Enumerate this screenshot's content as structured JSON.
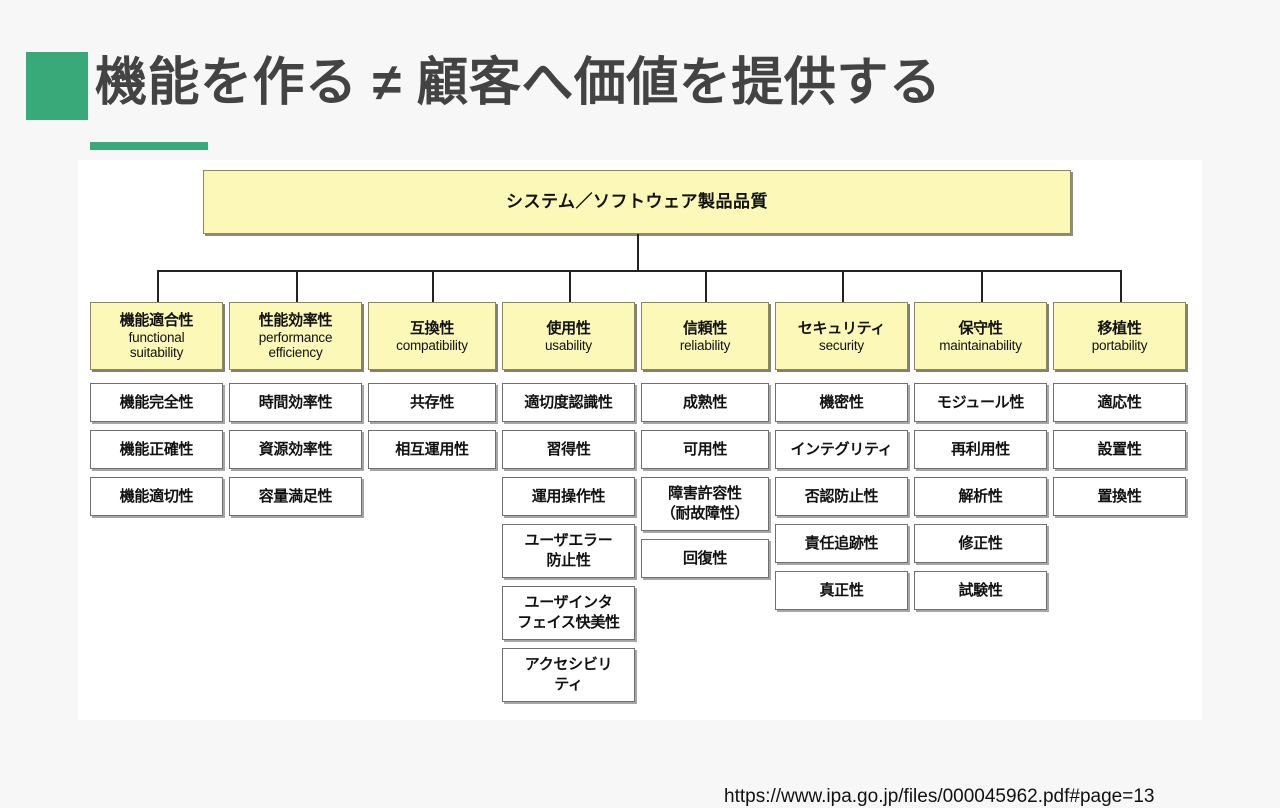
{
  "slide": {
    "title": "機能を作る ≠ 顧客へ価値を提供する",
    "accent_color": "#3aa97a",
    "background_color": "#f7f7f7"
  },
  "diagram": {
    "panel_background": "#ffffff",
    "node_fill_highlight": "#fbf8b8",
    "node_fill_plain": "#ffffff",
    "root": {
      "jp": "システム／ソフトウェア製品品質"
    },
    "categories": [
      {
        "jp": "機能適合性",
        "en_line1": "functional",
        "en_line2": "suitability",
        "items": [
          {
            "line1": "機能完全性",
            "line2": ""
          },
          {
            "line1": "機能正確性",
            "line2": ""
          },
          {
            "line1": "機能適切性",
            "line2": ""
          }
        ]
      },
      {
        "jp": "性能効率性",
        "en_line1": "performance",
        "en_line2": "efficiency",
        "items": [
          {
            "line1": "時間効率性",
            "line2": ""
          },
          {
            "line1": "資源効率性",
            "line2": ""
          },
          {
            "line1": "容量満足性",
            "line2": ""
          }
        ]
      },
      {
        "jp": "互換性",
        "en_line1": "compatibility",
        "en_line2": "",
        "items": [
          {
            "line1": "共存性",
            "line2": ""
          },
          {
            "line1": "相互運用性",
            "line2": ""
          }
        ]
      },
      {
        "jp": "使用性",
        "en_line1": "usability",
        "en_line2": "",
        "items": [
          {
            "line1": "適切度認識性",
            "line2": ""
          },
          {
            "line1": "習得性",
            "line2": ""
          },
          {
            "line1": "運用操作性",
            "line2": ""
          },
          {
            "line1": "ユーザエラー",
            "line2": "防止性"
          },
          {
            "line1": "ユーザインタ",
            "line2": "フェイス快美性"
          },
          {
            "line1": "アクセシビリ",
            "line2": "ティ"
          }
        ]
      },
      {
        "jp": "信頼性",
        "en_line1": "reliability",
        "en_line2": "",
        "items": [
          {
            "line1": "成熟性",
            "line2": ""
          },
          {
            "line1": "可用性",
            "line2": ""
          },
          {
            "line1": "障害許容性",
            "line2": "（耐故障性）"
          },
          {
            "line1": "回復性",
            "line2": ""
          }
        ]
      },
      {
        "jp": "セキュリティ",
        "en_line1": "security",
        "en_line2": "",
        "items": [
          {
            "line1": "機密性",
            "line2": ""
          },
          {
            "line1": "インテグリティ",
            "line2": ""
          },
          {
            "line1": "否認防止性",
            "line2": ""
          },
          {
            "line1": "責任追跡性",
            "line2": ""
          },
          {
            "line1": "真正性",
            "line2": ""
          }
        ]
      },
      {
        "jp": "保守性",
        "en_line1": "maintainability",
        "en_line2": "",
        "items": [
          {
            "line1": "モジュール性",
            "line2": ""
          },
          {
            "line1": "再利用性",
            "line2": ""
          },
          {
            "line1": "解析性",
            "line2": ""
          },
          {
            "line1": "修正性",
            "line2": ""
          },
          {
            "line1": "試験性",
            "line2": ""
          }
        ]
      },
      {
        "jp": "移植性",
        "en_line1": "portability",
        "en_line2": "",
        "items": [
          {
            "line1": "適応性",
            "line2": ""
          },
          {
            "line1": "設置性",
            "line2": ""
          },
          {
            "line1": "置換性",
            "line2": ""
          }
        ]
      }
    ]
  },
  "source": {
    "url": "https://www.ipa.go.jp/files/000045962.pdf#page=13"
  }
}
